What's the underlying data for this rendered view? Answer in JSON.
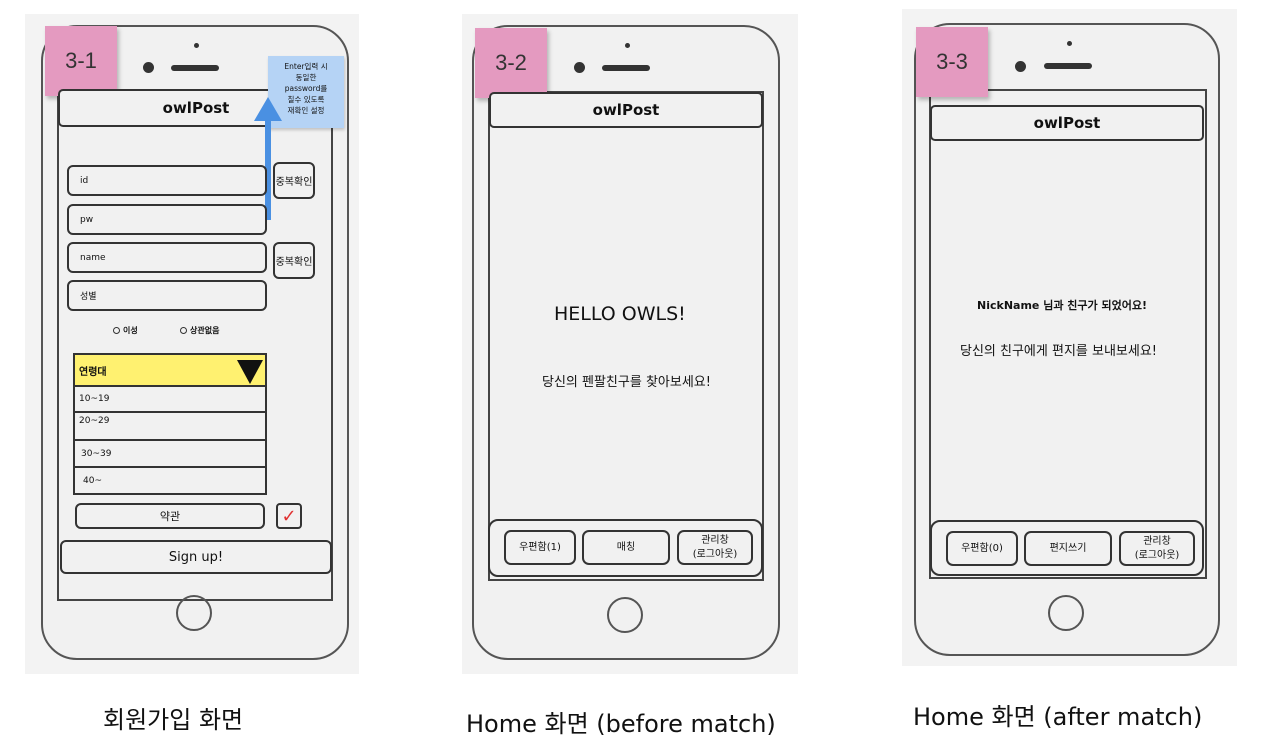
{
  "screens": [
    {
      "tag": "3-1",
      "app_title": "owlPost",
      "note": [
        "Enter입력 시",
        "동일한",
        "password를",
        "칠수 있도록",
        "재확인 설정"
      ],
      "fields": {
        "id": "id",
        "pw": "pw",
        "name": "name",
        "gender": "성별"
      },
      "dup_check_label": "중복확인",
      "radio_options": [
        "이성",
        "상관없음"
      ],
      "age_dropdown": {
        "selected": "연령대",
        "options": [
          "10~19",
          "20~29",
          "30~39",
          "40~"
        ]
      },
      "terms_label": "약관",
      "terms_checked": "✓",
      "signup_label": "Sign up!",
      "caption": "회원가입 화면"
    },
    {
      "tag": "3-2",
      "app_title": "owlPost",
      "headline": "HELLO OWLS!",
      "subtext": "당신의 펜팔친구를 찾아보세요!",
      "nav": {
        "mailbox": "우편함(1)",
        "match": "매칭",
        "admin_line1": "관리창",
        "admin_line2": "(로그아웃)"
      },
      "caption": "Home 화면 (before match)"
    },
    {
      "tag": "3-3",
      "app_title": "owlPost",
      "nickname": "NickName",
      "friend_text": " 님과 친구가 되었어요!",
      "subtext": "당신의 친구에게 편지를 보내보세요!",
      "nav": {
        "mailbox": "우편함(0)",
        "write": "편지쓰기",
        "admin_line1": "관리창",
        "admin_line2": "(로그아웃)"
      },
      "caption": "Home 화면 (after match)"
    }
  ],
  "colors": {
    "sticky": "#e49ac0",
    "note": "#b5d3f5",
    "dropdown_header": "#fff170",
    "arrow": "#4a90e2",
    "check": "#e03030"
  }
}
